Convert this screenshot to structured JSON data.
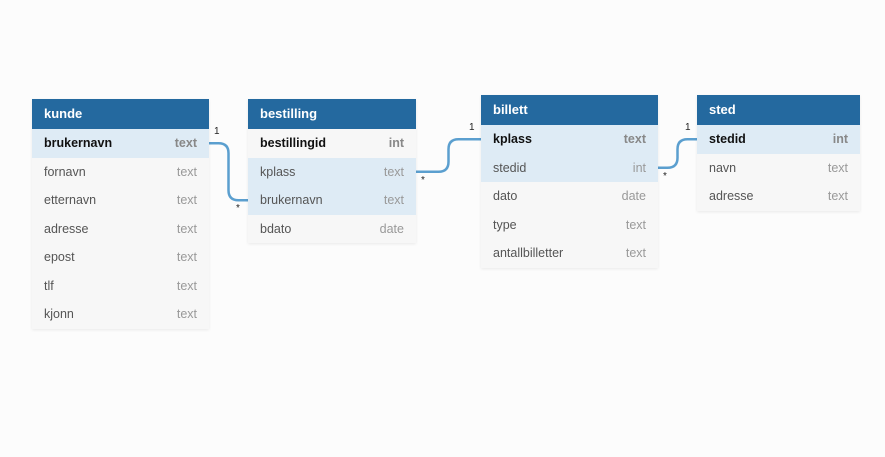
{
  "tables": [
    {
      "id": "kunde",
      "name": "kunde",
      "columns": [
        {
          "name": "brukernavn",
          "type": "text",
          "key": true
        },
        {
          "name": "fornavn",
          "type": "text"
        },
        {
          "name": "etternavn",
          "type": "text"
        },
        {
          "name": "adresse",
          "type": "text"
        },
        {
          "name": "epost",
          "type": "text"
        },
        {
          "name": "tlf",
          "type": "text"
        },
        {
          "name": "kjonn",
          "type": "text"
        }
      ]
    },
    {
      "id": "bestilling",
      "name": "bestilling",
      "columns": [
        {
          "name": "bestillingid",
          "type": "int",
          "key": true
        },
        {
          "name": "kplass",
          "type": "text"
        },
        {
          "name": "brukernavn",
          "type": "text"
        },
        {
          "name": "bdato",
          "type": "date"
        }
      ]
    },
    {
      "id": "billett",
      "name": "billett",
      "columns": [
        {
          "name": "kplass",
          "type": "text",
          "key": true
        },
        {
          "name": "stedid",
          "type": "int"
        },
        {
          "name": "dato",
          "type": "date"
        },
        {
          "name": "type",
          "type": "text"
        },
        {
          "name": "antallbilletter",
          "type": "text"
        }
      ]
    },
    {
      "id": "sted",
      "name": "sted",
      "columns": [
        {
          "name": "stedid",
          "type": "int",
          "key": true
        },
        {
          "name": "navn",
          "type": "text"
        },
        {
          "name": "adresse",
          "type": "text"
        }
      ]
    }
  ],
  "relations": [
    {
      "from": "kunde",
      "from_col": 0,
      "to": "bestilling",
      "to_col": 2,
      "one_label": "1",
      "many_label": "*"
    },
    {
      "from": "billett",
      "from_col": 0,
      "to": "bestilling",
      "to_col": 1,
      "one_label": "1",
      "many_label": "*"
    },
    {
      "from": "sted",
      "from_col": 0,
      "to": "billett",
      "to_col": 1,
      "one_label": "1",
      "many_label": "*"
    }
  ],
  "colors": {
    "header": "#24699f",
    "link": "#5b9fcf",
    "highlight": "#deebf5"
  }
}
